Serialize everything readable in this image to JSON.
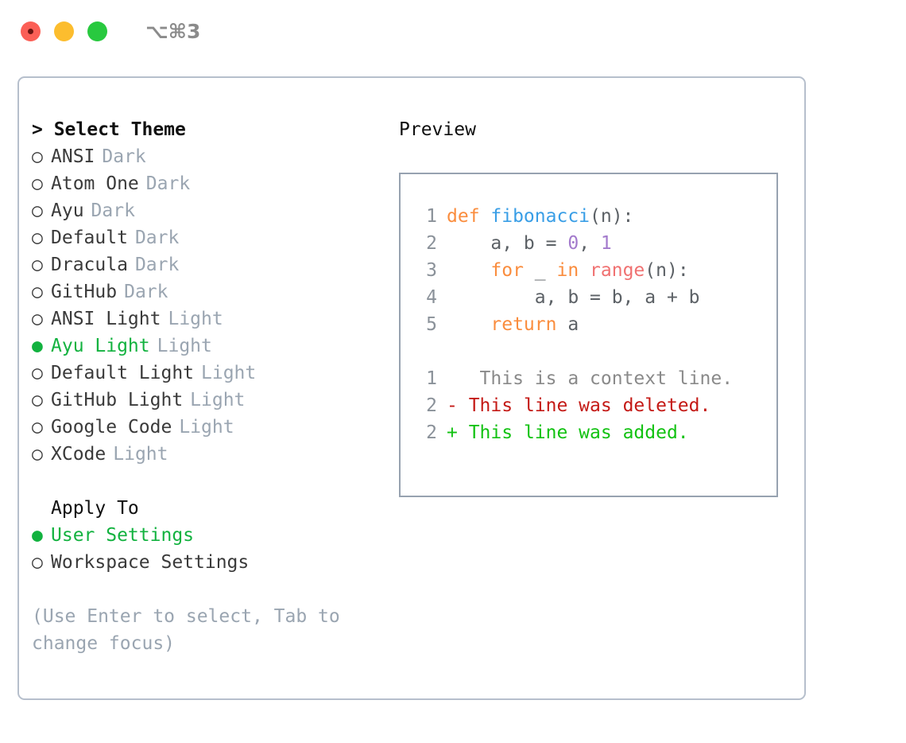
{
  "titlebar": {
    "shortcut": "⌥⌘3",
    "lights": [
      {
        "name": "close",
        "color": "#fb5f56"
      },
      {
        "name": "minimize",
        "color": "#fcbd2e"
      },
      {
        "name": "zoom",
        "color": "#28c93f"
      }
    ]
  },
  "theme_section": {
    "heading": "> Select Theme",
    "marker_selected": "●",
    "marker_unselected": "○",
    "options": [
      {
        "label": "ANSI",
        "tag": "Dark",
        "selected": false
      },
      {
        "label": "Atom One",
        "tag": "Dark",
        "selected": false
      },
      {
        "label": "Ayu",
        "tag": "Dark",
        "selected": false
      },
      {
        "label": "Default",
        "tag": "Dark",
        "selected": false
      },
      {
        "label": "Dracula",
        "tag": "Dark",
        "selected": false
      },
      {
        "label": "GitHub",
        "tag": "Dark",
        "selected": false
      },
      {
        "label": "ANSI Light",
        "tag": "Light",
        "selected": false
      },
      {
        "label": "Ayu Light",
        "tag": "Light",
        "selected": true
      },
      {
        "label": "Default Light",
        "tag": "Light",
        "selected": false
      },
      {
        "label": "GitHub Light",
        "tag": "Light",
        "selected": false
      },
      {
        "label": "Google Code",
        "tag": "Light",
        "selected": false
      },
      {
        "label": "XCode",
        "tag": "Light",
        "selected": false
      }
    ]
  },
  "apply_section": {
    "heading": "Apply To",
    "options": [
      {
        "label": "User Settings",
        "selected": true
      },
      {
        "label": "Workspace Settings",
        "selected": false
      }
    ]
  },
  "hint": "(Use Enter to select, Tab to change focus)",
  "preview": {
    "title": "Preview",
    "code_lines": [
      {
        "num": "1",
        "tokens": [
          {
            "text": "def ",
            "type": "kw"
          },
          {
            "text": "fibonacci",
            "type": "fn"
          },
          {
            "text": "(n):",
            "type": "plain"
          }
        ]
      },
      {
        "num": "2",
        "tokens": [
          {
            "text": "    a, b = ",
            "type": "plain"
          },
          {
            "text": "0",
            "type": "num"
          },
          {
            "text": ", ",
            "type": "plain"
          },
          {
            "text": "1",
            "type": "num"
          }
        ]
      },
      {
        "num": "3",
        "tokens": [
          {
            "text": "    ",
            "type": "plain"
          },
          {
            "text": "for",
            "type": "kw"
          },
          {
            "text": " _ ",
            "type": "plain"
          },
          {
            "text": "in",
            "type": "kw"
          },
          {
            "text": " ",
            "type": "plain"
          },
          {
            "text": "range",
            "type": "call"
          },
          {
            "text": "(n):",
            "type": "plain"
          }
        ]
      },
      {
        "num": "4",
        "tokens": [
          {
            "text": "        a, b = b, a + b",
            "type": "plain"
          }
        ]
      },
      {
        "num": "5",
        "tokens": [
          {
            "text": "    ",
            "type": "plain"
          },
          {
            "text": "return",
            "type": "kw"
          },
          {
            "text": " a",
            "type": "plain"
          }
        ]
      }
    ],
    "diff_lines": [
      {
        "num": "1",
        "marker": " ",
        "text": "  This is a context line.",
        "kind": "context"
      },
      {
        "num": "2",
        "marker": "-",
        "text": " This line was deleted.",
        "kind": "deleted"
      },
      {
        "num": "2",
        "marker": "+",
        "text": " This line was added.",
        "kind": "added"
      }
    ]
  },
  "colors": {
    "accent_green": "#12b23f",
    "muted": "#9aa5b1",
    "border": "#b6bfcc",
    "keyword": "#fa8d3e",
    "function": "#399ee6",
    "call": "#f07171",
    "number": "#a37acc",
    "diff_deleted": "#c41a16",
    "diff_added": "#12c212"
  }
}
